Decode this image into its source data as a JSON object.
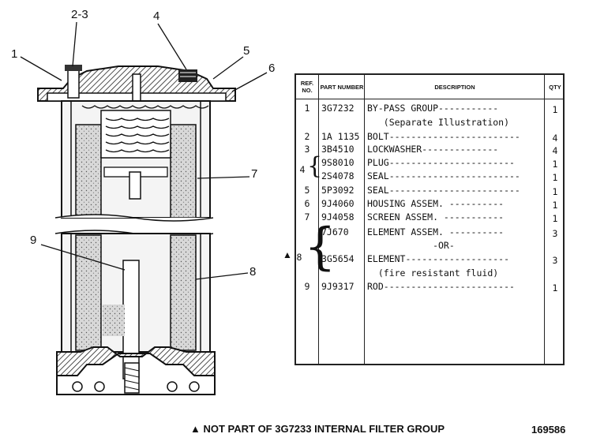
{
  "callouts": [
    {
      "label": "2-3"
    },
    {
      "label": "1"
    },
    {
      "label": "4"
    },
    {
      "label": "5"
    },
    {
      "label": "6"
    },
    {
      "label": "7"
    },
    {
      "label": "9"
    },
    {
      "label": "8"
    }
  ],
  "table": {
    "headers": {
      "ref": "REF. NO.",
      "part": "PART NUMBER",
      "description": "DESCRIPTION",
      "qty": "QTY"
    },
    "rows": [
      {
        "ref": "1",
        "part": "3G7232",
        "desc": "BY-PASS GROUP-----------",
        "qty": "1"
      },
      {
        "ref": "",
        "part": "",
        "desc": "   (Separate Illustration)",
        "qty": ""
      },
      {
        "ref": "2",
        "part": "1A 1135",
        "desc": "BOLT------------------------",
        "qty": "4"
      },
      {
        "ref": "3",
        "part": "3B4510",
        "desc": "LOCKWASHER--------------",
        "qty": "4"
      },
      {
        "ref": "4",
        "part": "9S8010",
        "desc": "PLUG-----------------------",
        "qty": "1"
      },
      {
        "ref": "",
        "part": "2S4078",
        "desc": "SEAL------------------------",
        "qty": "1"
      },
      {
        "ref": "5",
        "part": "5P3092",
        "desc": "SEAL------------------------",
        "qty": "1"
      },
      {
        "ref": "6",
        "part": "9J4060",
        "desc": "HOUSING ASSEM. ----------",
        "qty": "1"
      },
      {
        "ref": "7",
        "part": "9J4058",
        "desc": "SCREEN ASSEM. -----------",
        "qty": "1"
      },
      {
        "ref": "",
        "part": "7J670",
        "desc": "ELEMENT ASSEM. ----------",
        "qty": "3"
      },
      {
        "ref": "",
        "part": "",
        "desc": "            -OR-",
        "qty": ""
      },
      {
        "ref": "8",
        "part": "3G5654",
        "desc": "ELEMENT-------------------",
        "qty": "3"
      },
      {
        "ref": "",
        "part": "",
        "desc": "  (fire resistant fluid)",
        "qty": ""
      },
      {
        "ref": "9",
        "part": "9J9317",
        "desc": "ROD------------------------",
        "qty": "1"
      }
    ],
    "ref8_label": "8",
    "ref4_label": "4",
    "marker": "▲"
  },
  "footer": {
    "note": "▲ NOT PART OF 3G7233 INTERNAL FILTER GROUP",
    "drawing_number": "169586"
  }
}
